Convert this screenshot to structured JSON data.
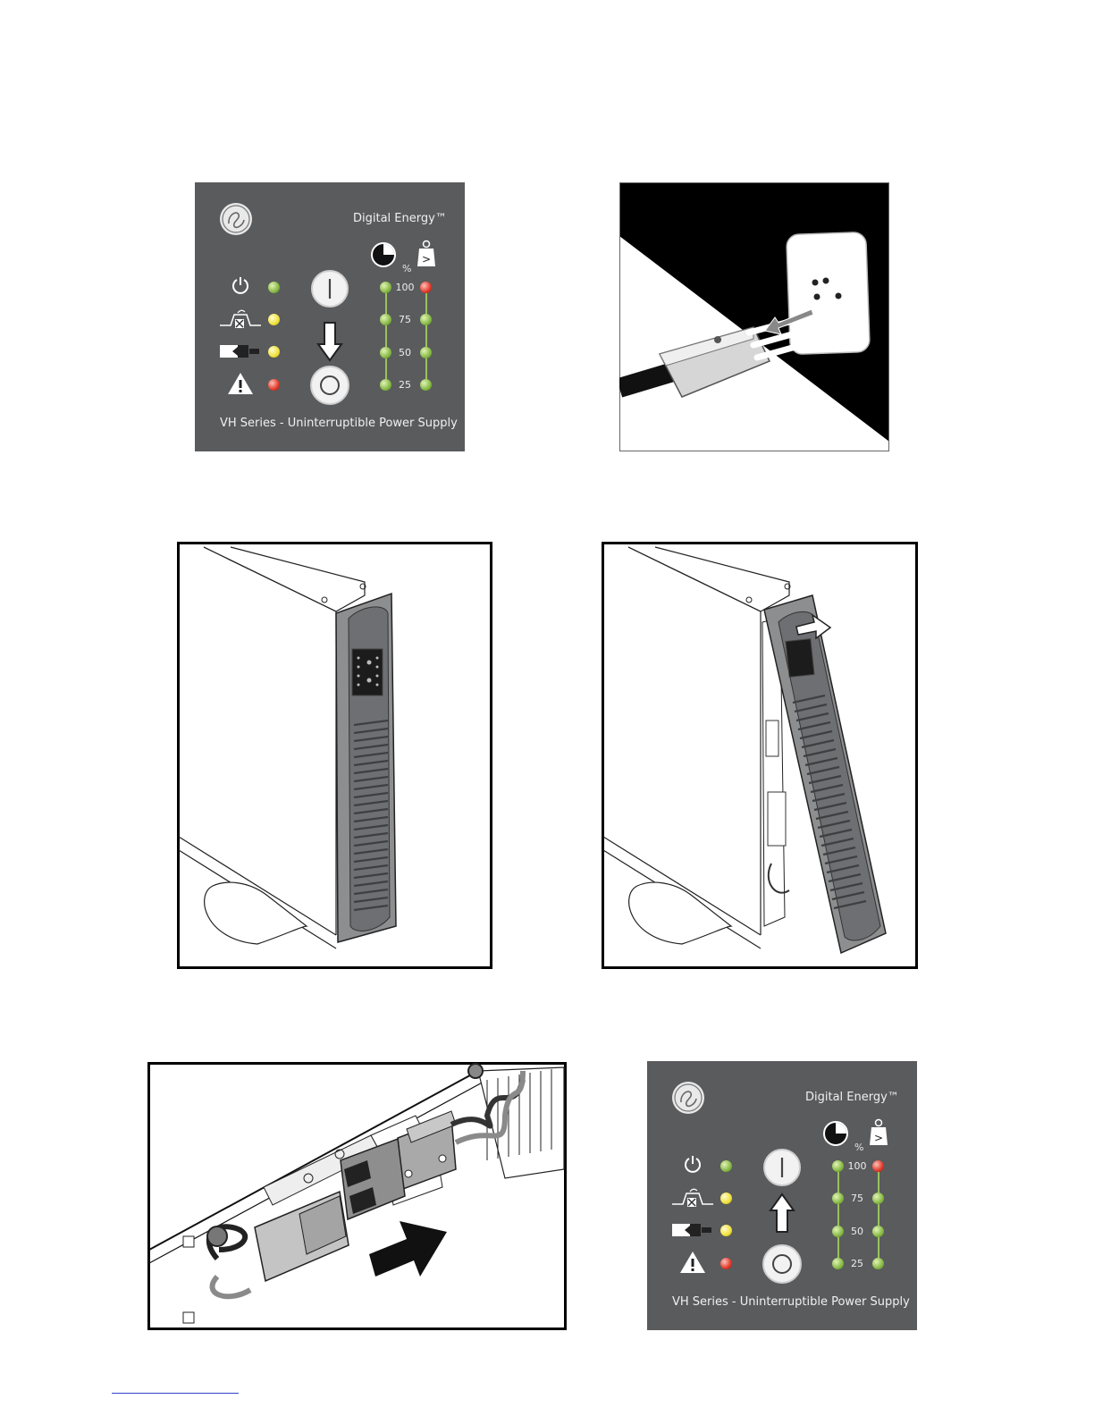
{
  "panels": [
    {
      "brand": "Digital Energy™",
      "series": "VH Series - Uninterruptible Power Supply",
      "percent_symbol": "%",
      "levels": [
        "100",
        "75",
        "50",
        "25"
      ],
      "arrow": "down-arrow-icon"
    },
    {
      "brand": "Digital Energy™",
      "series": "VH Series - Uninterruptible Power Supply",
      "percent_symbol": "%",
      "levels": [
        "100",
        "75",
        "50",
        "25"
      ],
      "arrow": "up-arrow-icon"
    }
  ],
  "colors": {
    "panel_bg": "#5a5b5d",
    "led_green": "#86b944",
    "led_yellow": "#f0e23a",
    "led_red": "#e0392a",
    "footnote_rule": "#3344cc"
  },
  "figures": [
    "ups-control-panel-off",
    "plug-into-wall-socket",
    "ups-tower-front-cover",
    "ups-front-cover-removal",
    "battery-connector-insert",
    "ups-control-panel-on"
  ]
}
